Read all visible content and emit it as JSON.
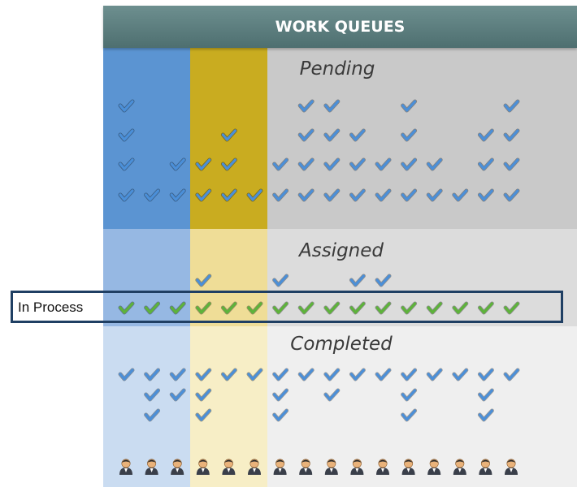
{
  "header": {
    "title": "WORK QUEUES"
  },
  "sections": {
    "pending": "Pending",
    "assigned": "Assigned",
    "completed": "Completed",
    "in_process": "In Process"
  },
  "colors": {
    "header": "#5a7b7c",
    "group_blue": "#5b94d2",
    "group_gold": "#c9ac20",
    "group_gray": "#c9c9c9",
    "check_blue": "#4b8fd8",
    "check_green": "#5db33a",
    "frame": "#1f3f63"
  },
  "columns": 16,
  "groups": [
    {
      "name": "blue",
      "columns": [
        1,
        2,
        3
      ]
    },
    {
      "name": "gold",
      "columns": [
        4,
        5,
        6
      ]
    },
    {
      "name": "gray",
      "columns": [
        7,
        8,
        9,
        10,
        11,
        12,
        13,
        14,
        15,
        16
      ]
    }
  ],
  "pending": {
    "rows": [
      [
        1,
        8,
        9,
        12,
        16
      ],
      [
        1,
        5,
        8,
        9,
        10,
        12,
        15,
        16
      ],
      [
        1,
        3,
        4,
        5,
        7,
        8,
        9,
        10,
        11,
        12,
        13,
        15,
        16
      ],
      [
        1,
        2,
        3,
        4,
        5,
        6,
        7,
        8,
        9,
        10,
        11,
        12,
        13,
        14,
        15,
        16
      ]
    ]
  },
  "assigned": {
    "rows": [
      [
        4,
        7,
        10,
        11
      ]
    ]
  },
  "in_process": {
    "columns": [
      1,
      2,
      3,
      4,
      5,
      6,
      7,
      8,
      9,
      10,
      11,
      12,
      13,
      14,
      15,
      16
    ]
  },
  "completed": {
    "rows": [
      [
        1,
        2,
        3,
        4,
        5,
        6,
        7,
        8,
        9,
        10,
        11,
        12,
        13,
        14,
        15,
        16
      ],
      [
        2,
        3,
        4,
        7,
        9,
        12,
        15
      ],
      [
        2,
        4,
        7,
        12,
        15
      ]
    ]
  },
  "workers": {
    "columns": [
      1,
      2,
      3,
      4,
      5,
      6,
      7,
      8,
      9,
      10,
      11,
      12,
      13,
      14,
      15,
      16
    ]
  }
}
